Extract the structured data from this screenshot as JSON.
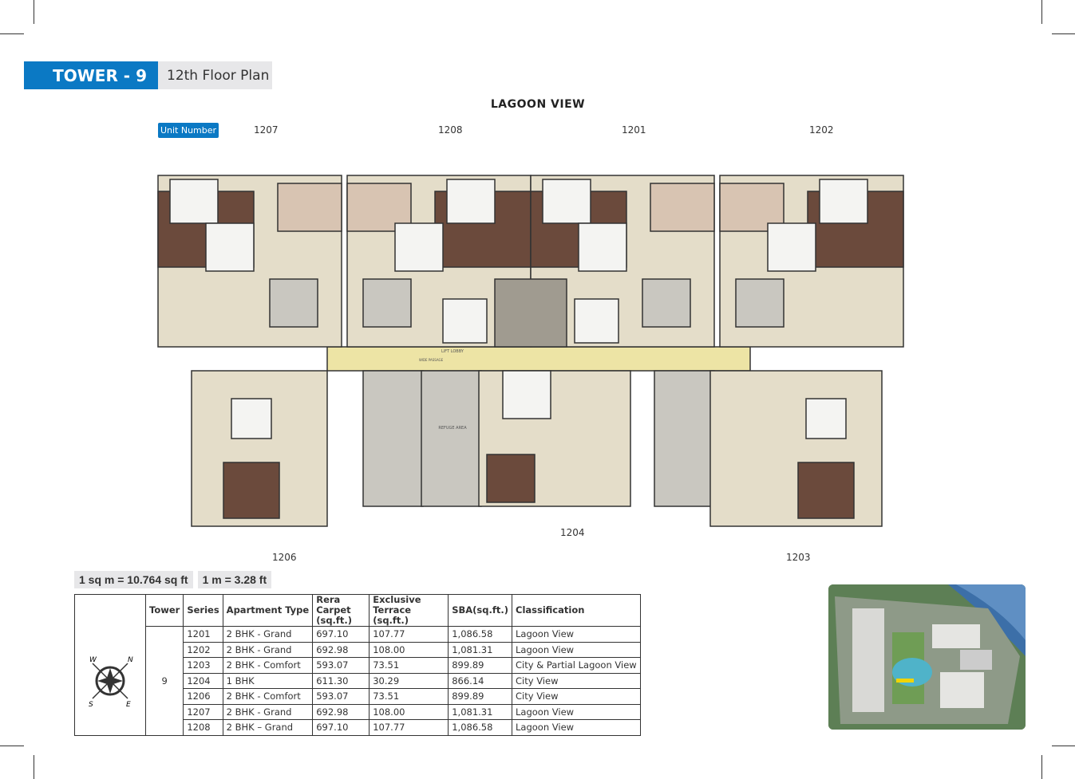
{
  "header": {
    "tower": "TOWER - 9",
    "floor": "12th  Floor Plan",
    "brand_color": "#0b79c4"
  },
  "plan": {
    "view_title": "LAGOON VIEW",
    "unit_badge": "Unit Number",
    "units_top": [
      "1207",
      "1208",
      "1201",
      "1202"
    ],
    "units_bottom": [
      "1206",
      "1204",
      "1203"
    ],
    "labels": {
      "lobby": "LIFT LOBBY",
      "refuge": "REFUGE AREA",
      "passage": "WIDE PASSAGE"
    }
  },
  "conversions": [
    "1 sq m = 10.764 sq ft",
    "1 m = 3.28 ft"
  ],
  "table": {
    "headers": [
      "Tower",
      "Series",
      "Apartment Type",
      "Rera Carpet (sq.ft.)",
      "Exclusive Terrace (sq.ft.)",
      "SBA(sq.ft.)",
      "Classification"
    ],
    "tower": "9",
    "compass": {
      "n": "N",
      "s": "S",
      "e": "E",
      "w": "W"
    },
    "rows": [
      [
        "1201",
        "2 BHK - Grand",
        "697.10",
        "107.77",
        "1,086.58",
        "Lagoon View"
      ],
      [
        "1202",
        "2 BHK - Grand",
        "692.98",
        "108.00",
        "1,081.31",
        "Lagoon View"
      ],
      [
        "1203",
        "2 BHK - Comfort",
        "593.07",
        "73.51",
        "899.89",
        "City & Partial Lagoon View"
      ],
      [
        "1204",
        "1 BHK",
        "611.30",
        "30.29",
        "866.14",
        "City View"
      ],
      [
        "1206",
        "2 BHK - Comfort",
        "593.07",
        "73.51",
        "899.89",
        "City View"
      ],
      [
        "1207",
        "2 BHK - Grand",
        "692.98",
        "108.00",
        "1,081.31",
        "Lagoon View"
      ],
      [
        "1208",
        "2 BHK – Grand",
        "697.10",
        "107.77",
        "1,086.58",
        "Lagoon View"
      ]
    ]
  }
}
